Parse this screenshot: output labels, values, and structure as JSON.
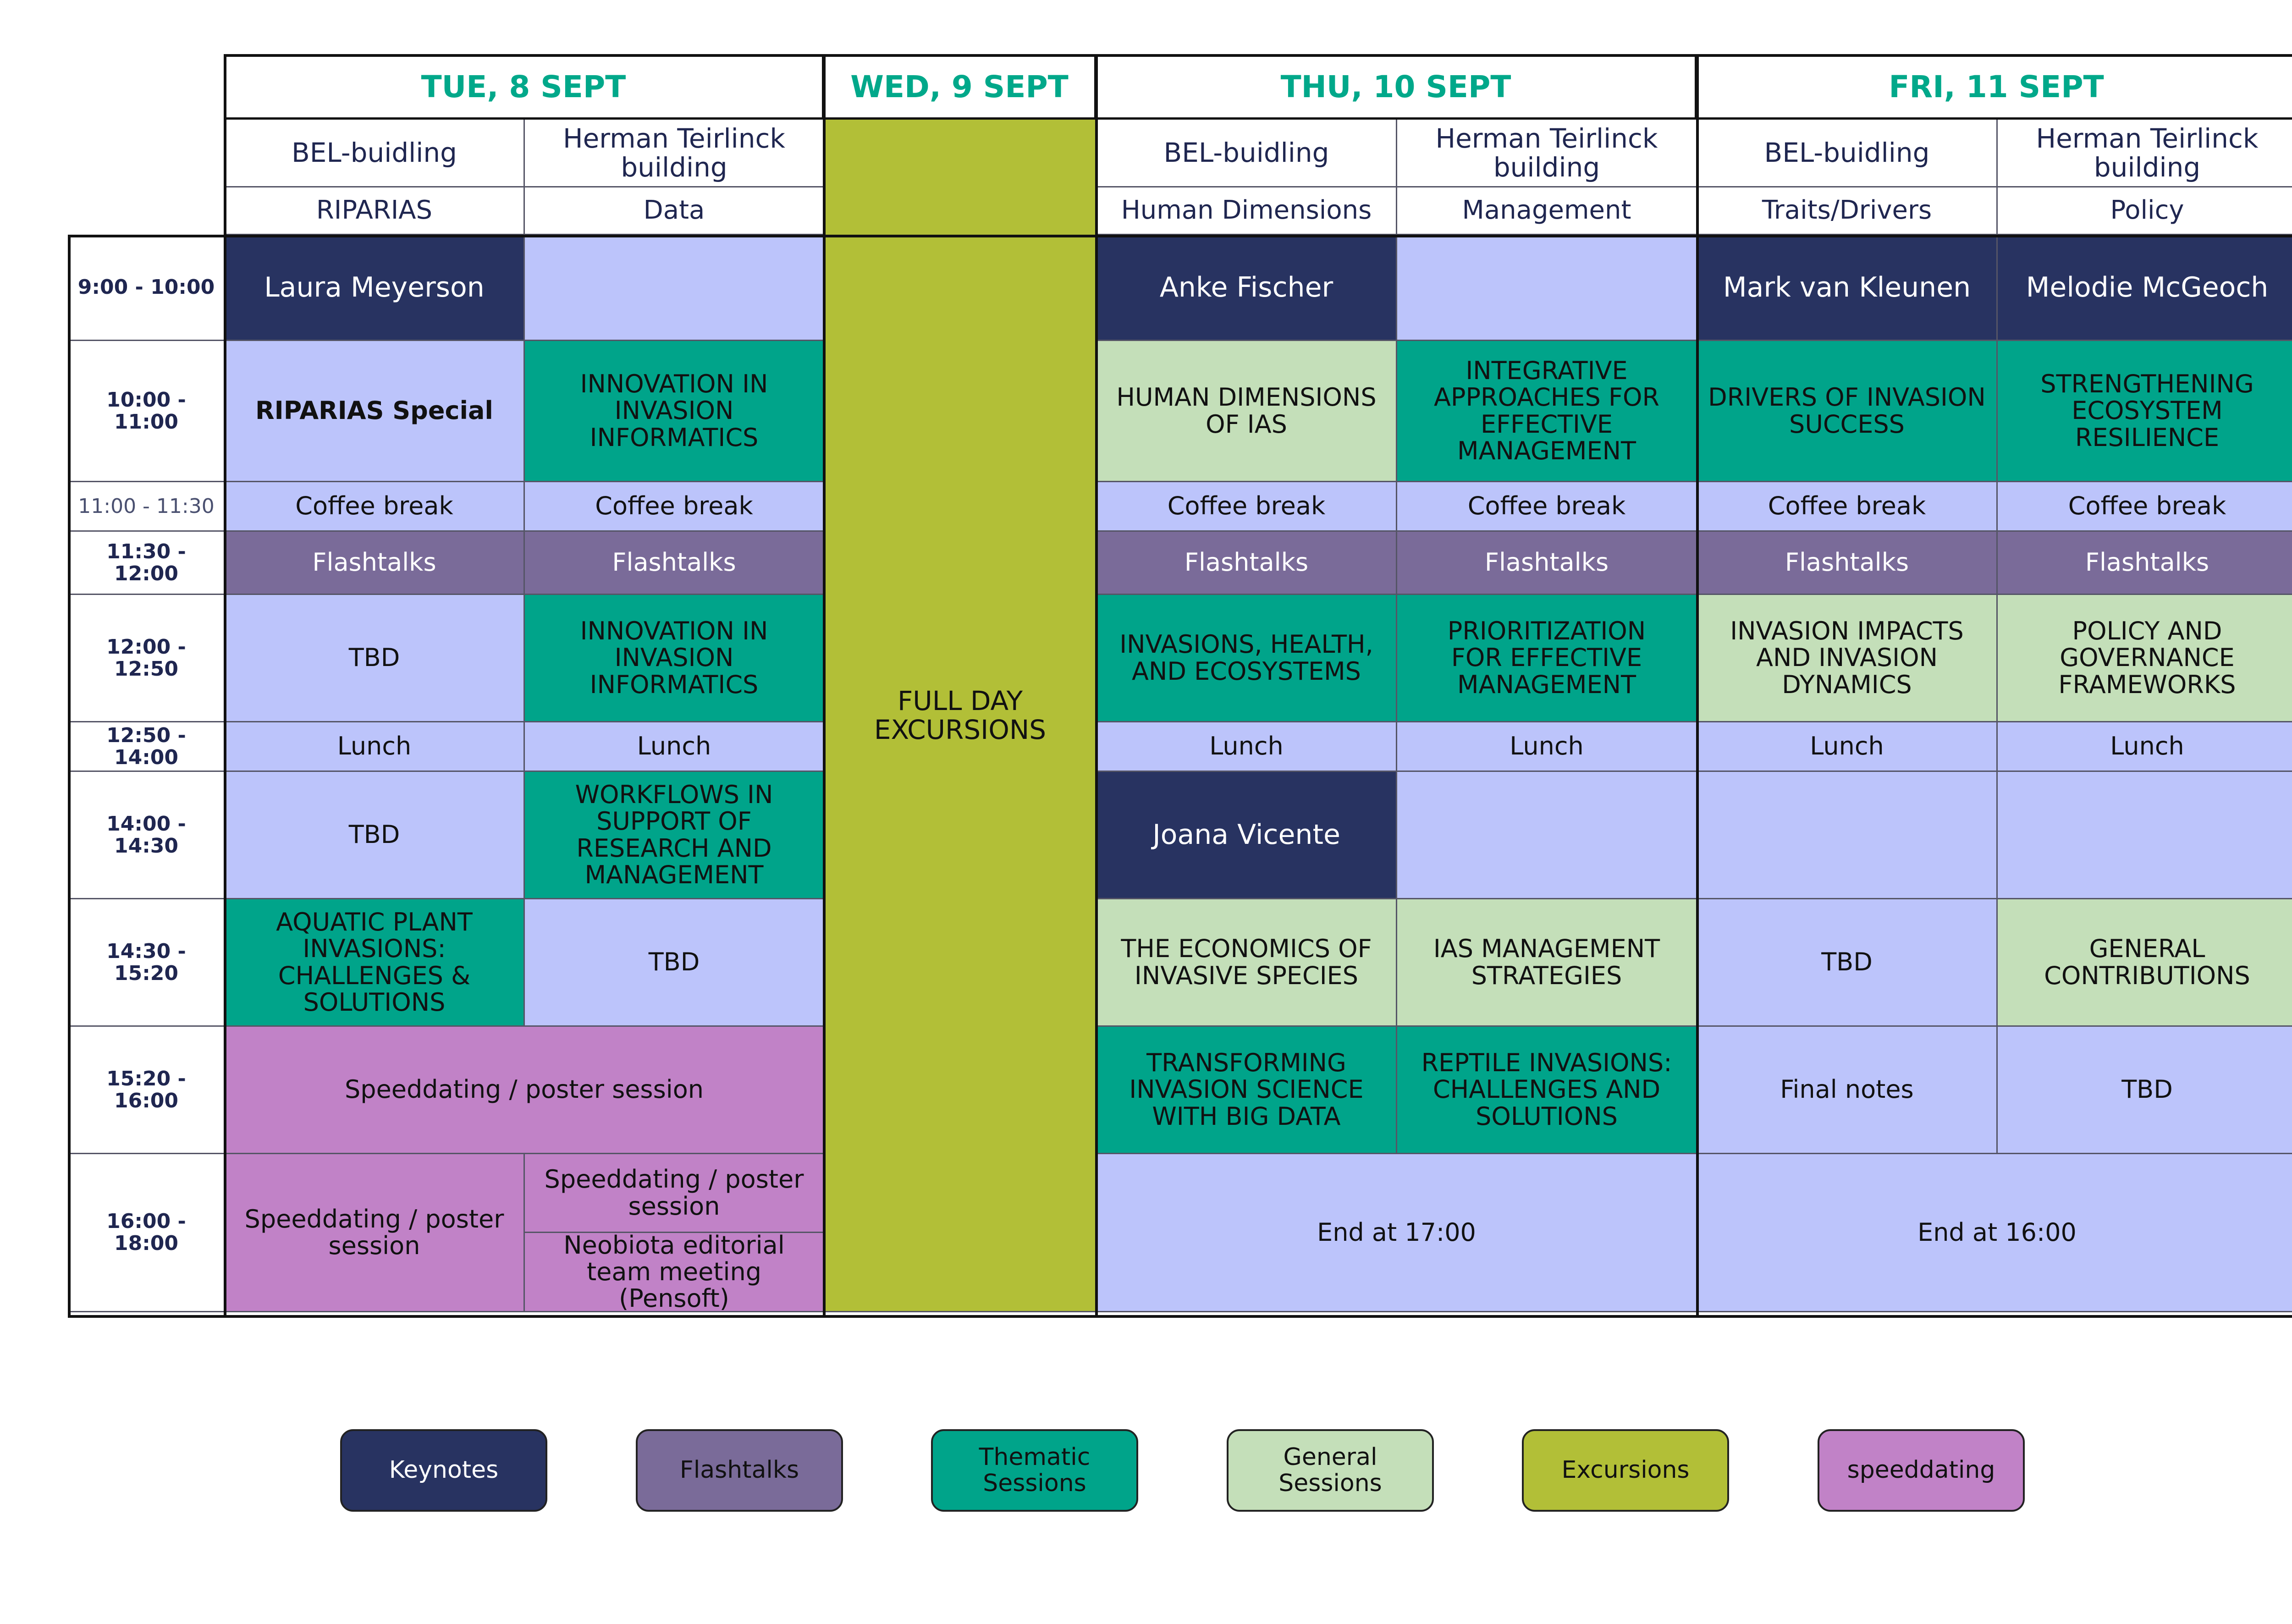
{
  "days": {
    "tue": "TUE, 8 SEPT",
    "wed": "WED, 9 SEPT",
    "thu": "THU, 10 SEPT",
    "fri": "FRI, 11 SEPT"
  },
  "buildings": {
    "bel": "BEL-buidling",
    "herman": "Herman Teirlinck building"
  },
  "tracks": {
    "tue_a": "RIPARIAS",
    "tue_b": "Data",
    "thu_a": "Human Dimensions",
    "thu_b": "Management",
    "fri_a": "Traits/Drivers",
    "fri_b": "Policy"
  },
  "times": [
    "9:00 - 10:00",
    "10:00 - 11:00",
    "11:00 - 11:30",
    "11:30 - 12:00",
    "12:00 - 12:50",
    "12:50 - 14:00",
    "14:00 - 14:30",
    "14:30 - 15:20",
    "15:20 - 16:00",
    "16:00 - 18:00"
  ],
  "sessions": {
    "tue_a_keynote": "Laura Meyerson",
    "tue_a_riparias": "RIPARIAS Special",
    "tue_b_innovation1": "INNOVATION IN INVASION INFORMATICS",
    "coffee": "Coffee break",
    "flashtalks": "Flashtalks",
    "tbd": "TBD",
    "lunch": "Lunch",
    "tue_b_innovation2": "INNOVATION IN INVASION INFORMATICS",
    "tue_b_workflows": "WORKFLOWS IN SUPPORT OF RESEARCH AND MANAGEMENT",
    "tue_a_aquatic": "AQUATIC PLANT INVASIONS: CHALLENGES & SOLUTIONS",
    "tue_speed_poster": "Speeddating / poster session",
    "tue_a_speed_late": "Speeddating / poster session",
    "tue_b_speed_late": "Speeddating / poster session",
    "tue_b_neobiota": "Neobiota editorial team meeting (Pensoft)",
    "wed_excursions": "FULL DAY EXCURSIONS",
    "thu_a_keynote": "Anke Fischer",
    "thu_a_human": "HUMAN DIMENSIONS OF IAS",
    "thu_b_integrative": "INTEGRATIVE APPROACHES FOR EFFECTIVE MANAGEMENT",
    "thu_a_health": "INVASIONS, HEALTH, AND ECOSYSTEMS",
    "thu_b_prioritization": "PRIORITIZATION FOR EFFECTIVE MANAGEMENT",
    "thu_a_keynote2": "Joana Vicente",
    "thu_a_economics": "THE ECONOMICS OF INVASIVE SPECIES",
    "thu_b_ias_mgmt": "IAS MANAGEMENT STRATEGIES",
    "thu_a_bigdata": "TRANSFORMING INVASION SCIENCE WITH BIG DATA",
    "thu_b_reptile": "REPTILE INVASIONS: CHALLENGES AND SOLUTIONS",
    "thu_end": "End at 17:00",
    "fri_a_keynote": "Mark van Kleunen",
    "fri_b_keynote": "Melodie McGeoch",
    "fri_a_drivers": "DRIVERS OF INVASION SUCCESS",
    "fri_b_strengthening": "STRENGTHENING ECOSYSTEM RESILIENCE",
    "fri_a_impacts": "INVASION IMPACTS AND INVASION DYNAMICS",
    "fri_b_policy": "POLICY AND GOVERNANCE FRAMEWORKS",
    "fri_b_general": "GENERAL CONTRIBUTIONS",
    "fri_a_final": "Final notes",
    "fri_end": "End at 16:00"
  },
  "legend": [
    {
      "label": "Keynotes",
      "color": "#283361"
    },
    {
      "label": "Flashtalks",
      "color": "#7a6b99"
    },
    {
      "label": "Thematic Sessions",
      "color": "#00a48a"
    },
    {
      "label": "General Sessions",
      "color": "#c4dfb9"
    },
    {
      "label": "Excursions",
      "color": "#b2bf37"
    },
    {
      "label": "speeddating",
      "color": "#c182c7"
    }
  ]
}
